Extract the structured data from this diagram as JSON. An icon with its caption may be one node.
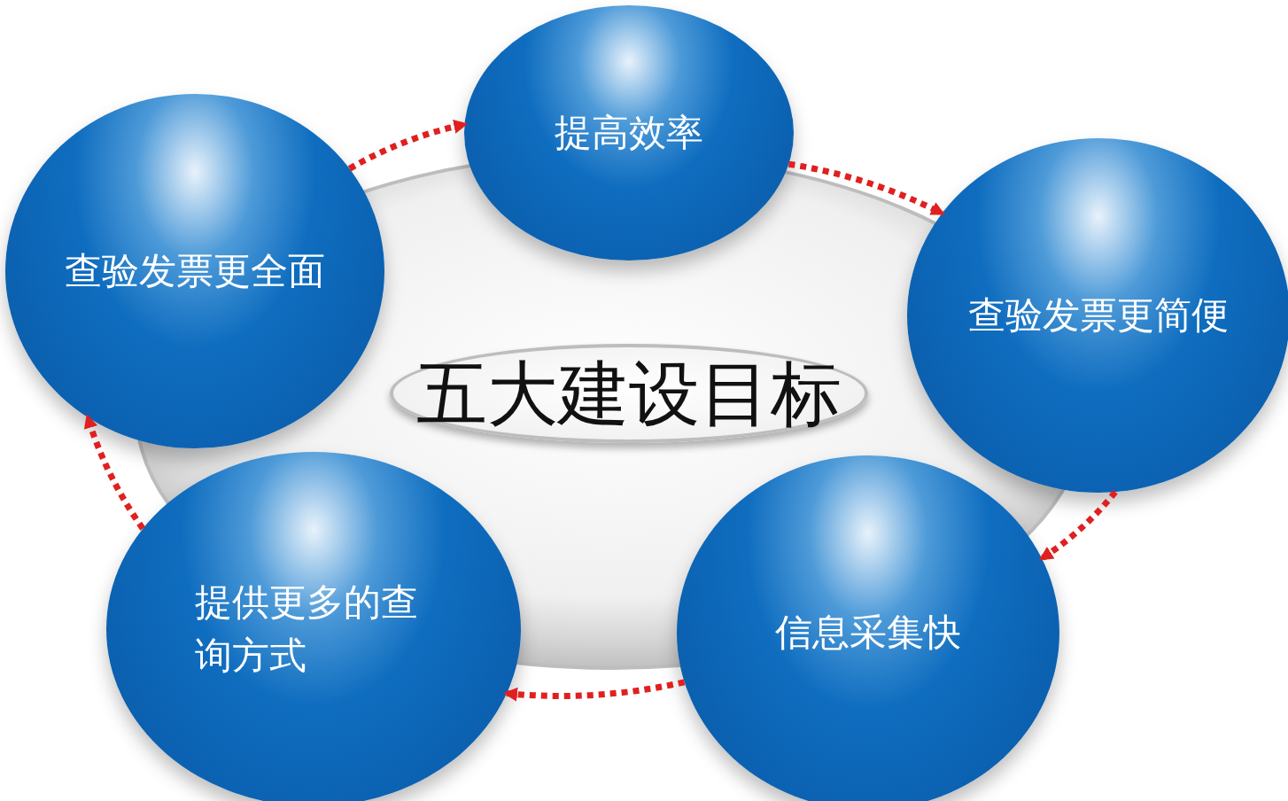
{
  "diagram": {
    "nodes": [
      {
        "text": [
          "查验发票更全面"
        ]
      },
      {
        "text": [
          "提高效率"
        ]
      },
      {
        "text": [
          "查验发票更简便"
        ]
      },
      {
        "text": [
          "五大建设目标"
        ]
      },
      {
        "text": [
          "提供更多的查询方式"
        ]
      },
      {
        "text": [
          "信息采集快"
        ]
      }
    ],
    "edges": [
      {
        "from": 0,
        "to": 1,
        "arrow": "to",
        "style": "dashed"
      },
      {
        "from": 1,
        "to": 2,
        "arrow": "to",
        "style": "dashed"
      },
      {
        "from": 2,
        "to": 5,
        "arrow": "to",
        "style": "dashed"
      },
      {
        "from": 5,
        "to": 4,
        "arrow": "to",
        "style": "dashed"
      },
      {
        "from": 4,
        "to": 0,
        "arrow": "to",
        "style": "dashed"
      }
    ]
  }
}
